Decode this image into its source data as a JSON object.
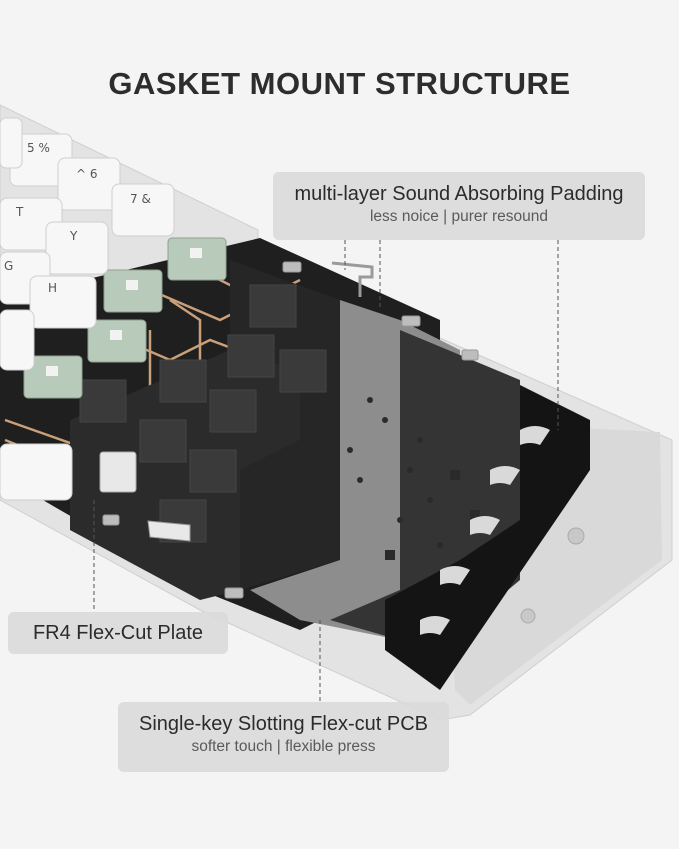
{
  "header": {
    "title": "GASKET MOUNT STRUCTURE"
  },
  "callouts": {
    "padding": {
      "title": "multi-layer Sound Absorbing Padding",
      "subtitle": "less noice | purer resound"
    },
    "plate": {
      "title": "FR4 Flex-Cut Plate"
    },
    "pcb": {
      "title": "Single-key Slotting Flex-cut PCB",
      "subtitle": "softer touch | flexible press"
    }
  },
  "keycaps": [
    "5 %",
    "^ 6",
    "7 &",
    "T",
    "Y",
    "G",
    "H"
  ],
  "colors": {
    "background": "#f4f4f4",
    "case": "#e6e6e6",
    "pcb": "#1c1c1c",
    "trace": "#c9a07a",
    "plate": "#2a2a2a",
    "silver_layer": "#8a8a8a",
    "foam": "#121212",
    "switch_mint": "#b9cbbb"
  }
}
